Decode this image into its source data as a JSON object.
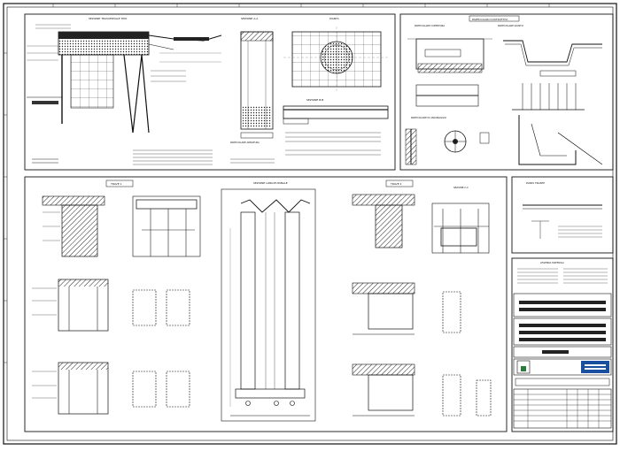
{
  "sheet": {
    "panel_titles": {
      "sezione_trasversale": "SEZIONE TRASVERSALE TIPO",
      "sezione_aa": "SEZIONE A-A",
      "pianta": "PIANTA",
      "sezione_bb": "SEZIONE B-B",
      "particolari_costruttivi": "PARTICOLARI COSTRUTTIVI",
      "trave_1": "TRAVE 1",
      "trave_2": "TRAVE 2",
      "sezione_c": "SEZIONE C-C",
      "pianta_tirante": "PIANTA TIRANTE",
      "particolare_copertura": "PARTICOLARE COPERTURA",
      "sezione_longitudinale": "SEZIONE LONGITUDINALE",
      "particolare_ancoraggio": "PARTICOLARE DI ANCORAGGIO",
      "particolare_giunto": "PARTICOLARE GIUNTO",
      "legenda_materiali": "LEGENDA MATERIALI"
    }
  }
}
